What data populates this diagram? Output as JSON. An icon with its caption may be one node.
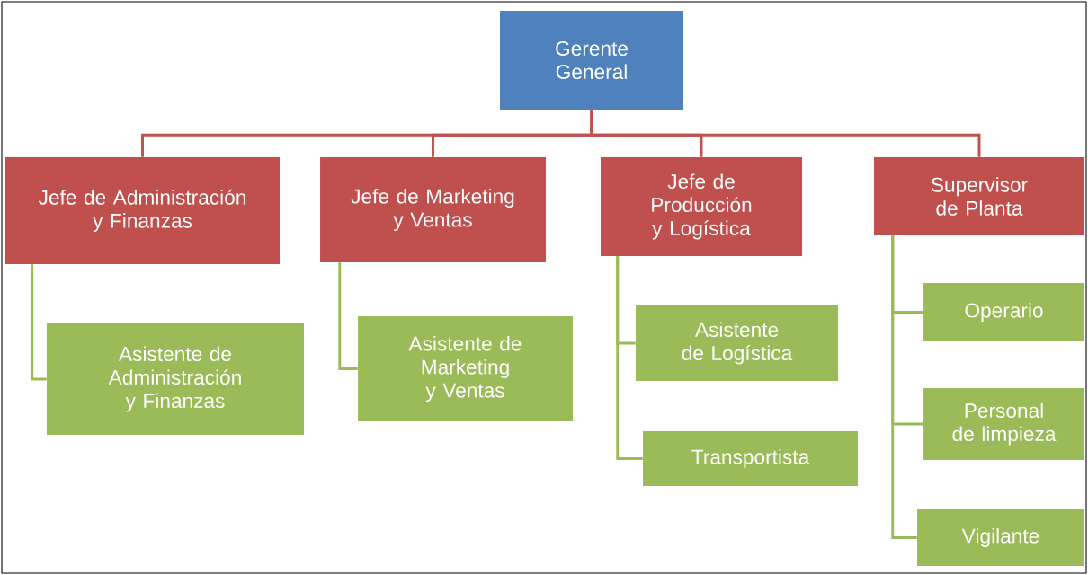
{
  "diagram": {
    "nodes": [
      {
        "text": [
          "Gerente General"
        ]
      },
      {
        "text": [
          "Jefe de Administración y Finanzas"
        ]
      },
      {
        "text": [
          "Jefe de Marketing y Ventas"
        ]
      },
      {
        "text": [
          "Jefe de Producción y Logística"
        ]
      },
      {
        "text": [
          "Supervisor de Planta"
        ]
      },
      {
        "text": [
          "Asistente de Administración y Finanzas"
        ]
      },
      {
        "text": [
          "Asistente de Marketing y Ventas"
        ]
      },
      {
        "text": [
          "Asistente de Logística"
        ]
      },
      {
        "text": [
          "Transportista"
        ]
      },
      {
        "text": [
          "Operario"
        ]
      },
      {
        "text": [
          "Personal de limpieza"
        ]
      },
      {
        "text": [
          "Vigilante"
        ]
      }
    ],
    "edges": [
      {
        "from": 0,
        "to": 1,
        "arrow": "none",
        "color": "#c0504d"
      },
      {
        "from": 0,
        "to": 2,
        "arrow": "none",
        "color": "#c0504d"
      },
      {
        "from": 0,
        "to": 3,
        "arrow": "none",
        "color": "#c0504d"
      },
      {
        "from": 0,
        "to": 4,
        "arrow": "none",
        "color": "#c0504d"
      },
      {
        "from": 1,
        "to": 5,
        "arrow": "none"
      },
      {
        "from": 2,
        "to": 6,
        "arrow": "none"
      },
      {
        "from": 3,
        "to": 7,
        "arrow": "none"
      },
      {
        "from": 3,
        "to": 8,
        "arrow": "none"
      },
      {
        "from": 4,
        "to": 9,
        "arrow": "none"
      },
      {
        "from": 4,
        "to": 10,
        "arrow": "none"
      },
      {
        "from": 4,
        "to": 11,
        "arrow": "none"
      }
    ]
  }
}
